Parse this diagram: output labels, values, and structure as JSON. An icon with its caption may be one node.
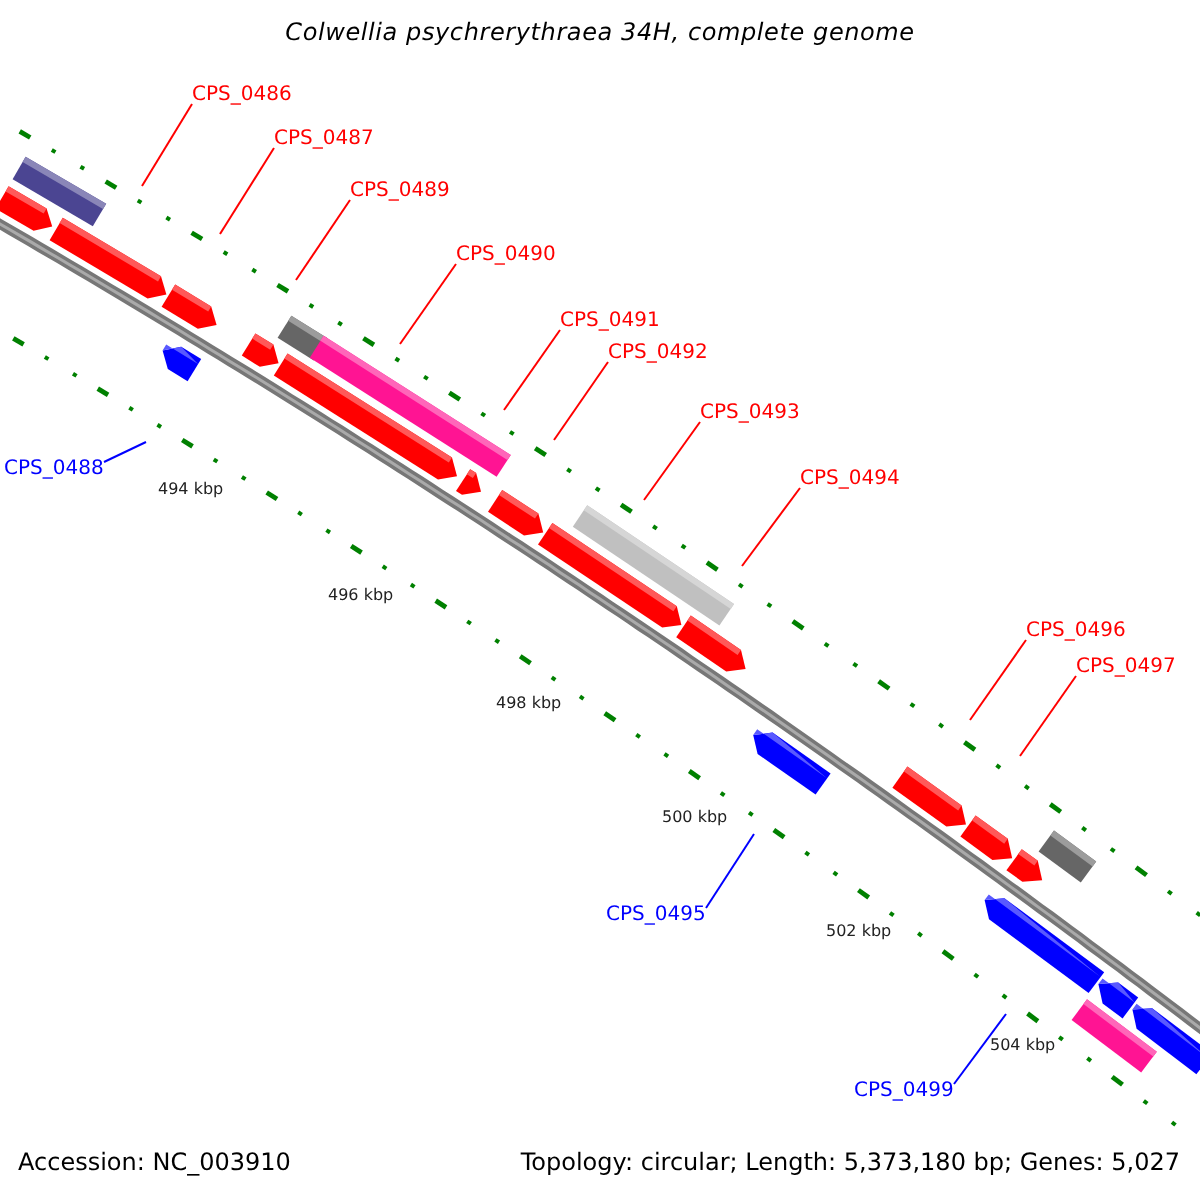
{
  "diagram": {
    "title": "Colwellia psychrerythraea 34H, complete genome",
    "nodes": [
      {
        "text": [
          "CPS_0486"
        ]
      },
      {
        "text": [
          "CPS_0487"
        ]
      },
      {
        "text": [
          "CPS_0489"
        ]
      },
      {
        "text": [
          "CPS_0490"
        ]
      },
      {
        "text": [
          "CPS_0491"
        ]
      },
      {
        "text": [
          "CPS_0492"
        ]
      },
      {
        "text": [
          "CPS_0493"
        ]
      },
      {
        "text": [
          "CPS_0488"
        ]
      },
      {
        "text": [
          "CPS_0494"
        ]
      },
      {
        "text": [
          "CPS_0496"
        ]
      },
      {
        "text": [
          "CPS_0497"
        ]
      },
      {
        "text": [
          "CPS_0495"
        ]
      },
      {
        "text": [
          "CPS_0499"
        ]
      }
    ],
    "edges": [
      {
        "from": 0,
        "to": null,
        "arrow": "none"
      },
      {
        "from": 1,
        "to": null,
        "arrow": "none"
      },
      {
        "from": 2,
        "to": null,
        "arrow": "none"
      },
      {
        "from": 3,
        "to": null,
        "arrow": "none"
      },
      {
        "from": 4,
        "to": null,
        "arrow": "none"
      },
      {
        "from": 5,
        "to": null,
        "arrow": "none"
      },
      {
        "from": 6,
        "to": null,
        "arrow": "none"
      },
      {
        "from": 7,
        "to": null,
        "arrow": "none",
        "color": "#0000ff"
      },
      {
        "from": 8,
        "to": null,
        "arrow": "none"
      },
      {
        "from": 9,
        "to": null,
        "arrow": "none"
      },
      {
        "from": 10,
        "to": null,
        "arrow": "none"
      },
      {
        "from": 11,
        "to": null,
        "arrow": "none",
        "color": "#0000ff"
      },
      {
        "from": 12,
        "to": null,
        "arrow": "none",
        "color": "#0000ff"
      }
    ],
    "labels": [
      "494 kbp",
      "496 kbp",
      "498 kbp",
      "500 kbp",
      "502 kbp",
      "504 kbp",
      "Accession: NC_003910",
      "Topology: circular; Length: 5,373,180 bp; Genes: 5,027"
    ]
  }
}
